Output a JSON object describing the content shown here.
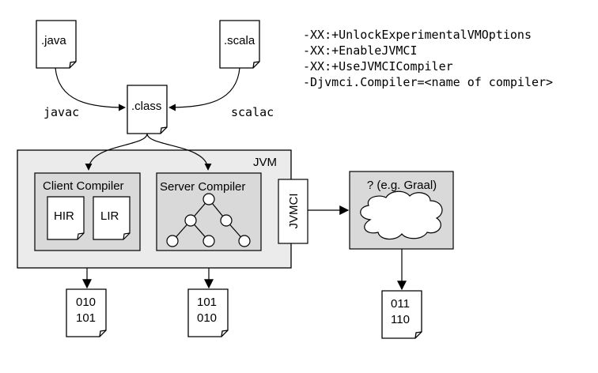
{
  "files": {
    "java": ".java",
    "scala": ".scala",
    "class": ".class"
  },
  "edges": {
    "javac": "javac",
    "scalac": "scalac"
  },
  "vm_options": [
    "-XX:+UnlockExperimentalVMOptions",
    "-XX:+EnableJVMCI",
    "-XX:+UseJVMCICompiler",
    "-Djvmci.Compiler=<name of compiler>"
  ],
  "jvm": {
    "label": "JVM",
    "client_compiler": {
      "label": "Client Compiler",
      "hir": "HIR",
      "lir": "LIR"
    },
    "server_compiler": {
      "label": "Server Compiler",
      "icon": "tree-graph-icon"
    },
    "jvmci": "JVMCI"
  },
  "external_compiler": {
    "label": "? (e.g. Graal)",
    "icon": "cloud-icon"
  },
  "outputs": {
    "client": [
      "010",
      "101"
    ],
    "server": [
      "101",
      "010"
    ],
    "external": [
      "011",
      "110"
    ]
  },
  "colors": {
    "stroke": "#000000",
    "box_fill": "#ebebeb",
    "inner_fill": "#d9d9d9",
    "paper": "#ffffff"
  }
}
